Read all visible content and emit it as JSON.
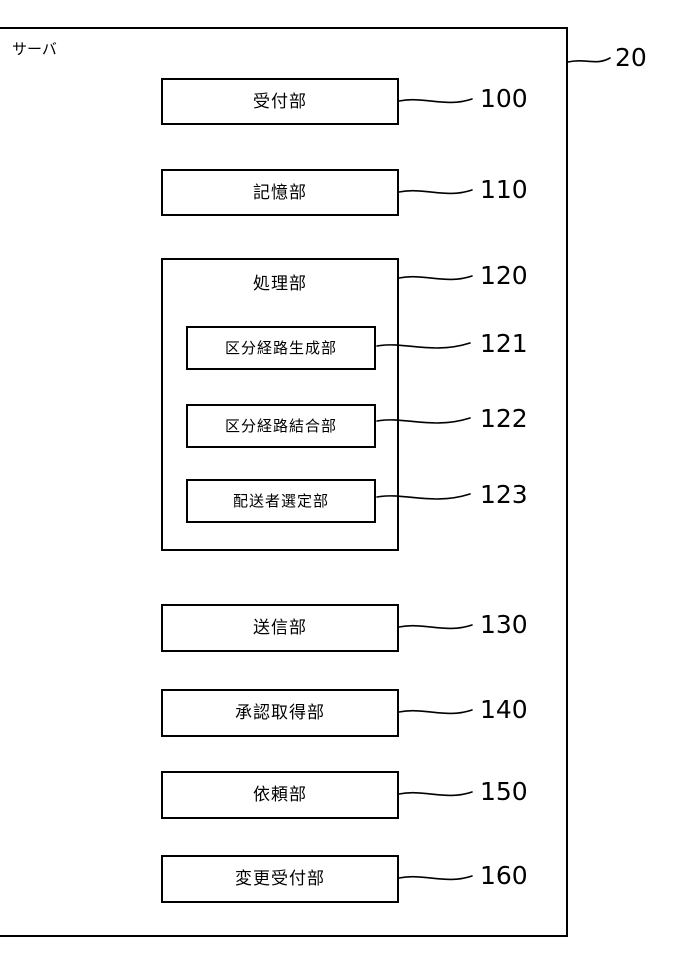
{
  "figure": {
    "container_label": "サーバ",
    "container_ref": "20"
  },
  "modules": [
    {
      "name": "reception-unit",
      "label": "受付部",
      "ref": "100"
    },
    {
      "name": "storage-unit",
      "label": "記憶部",
      "ref": "110"
    },
    {
      "name": "processing-unit",
      "label": "処理部",
      "ref": "120"
    },
    {
      "name": "segment-route-generation-unit",
      "label": "区分経路生成部",
      "ref": "121"
    },
    {
      "name": "segment-route-combination-unit",
      "label": "区分経路結合部",
      "ref": "122"
    },
    {
      "name": "deliverer-selection-unit",
      "label": "配送者選定部",
      "ref": "123"
    },
    {
      "name": "transmission-unit",
      "label": "送信部",
      "ref": "130"
    },
    {
      "name": "approval-acquisition-unit",
      "label": "承認取得部",
      "ref": "140"
    },
    {
      "name": "request-unit",
      "label": "依頼部",
      "ref": "150"
    },
    {
      "name": "change-reception-unit",
      "label": "変更受付部",
      "ref": "160"
    }
  ],
  "colors": {
    "line": "#000000",
    "background": "#ffffff",
    "text": "#000000"
  }
}
